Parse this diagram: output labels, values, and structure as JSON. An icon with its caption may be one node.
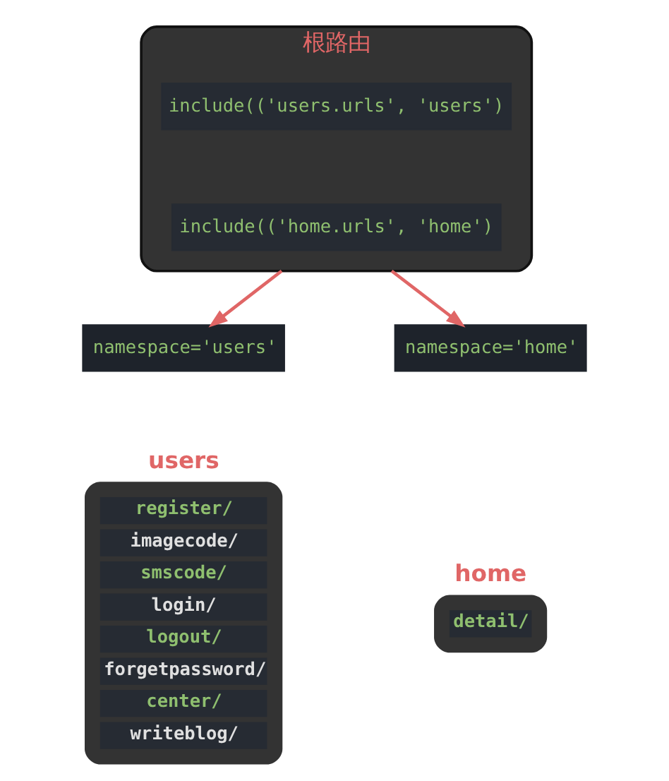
{
  "diagram": {
    "nodes": [
      {
        "text": [
          "根路由"
        ]
      },
      {
        "text": [
          "include(('users.urls', 'users')"
        ],
        "in": 0
      },
      {
        "text": [
          "include(('home.urls', 'home')"
        ],
        "in": 0
      },
      {
        "text": [
          "namespace='users'"
        ]
      },
      {
        "text": [
          "namespace='home'"
        ]
      },
      {
        "text": [
          "users",
          "register/",
          "imagecode/",
          "smscode/",
          "login/",
          "logout/",
          "forgetpassword/",
          "center/",
          "writeblog/"
        ]
      },
      {
        "text": [
          "home",
          "detail/"
        ]
      }
    ],
    "edges": [
      {
        "from": 0,
        "to": 3,
        "arrow": "to"
      },
      {
        "from": 0,
        "to": 4,
        "arrow": "to"
      }
    ]
  }
}
